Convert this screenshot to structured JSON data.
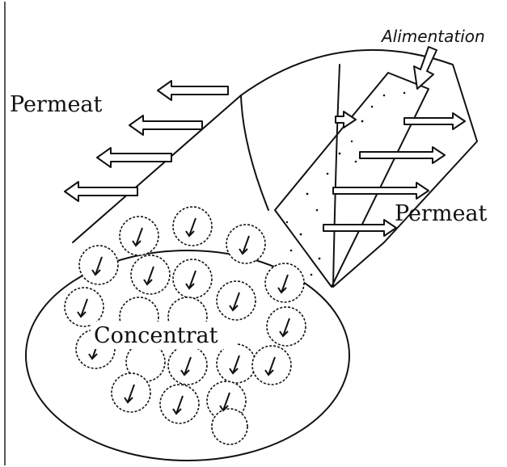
{
  "labels": {
    "feed": "Alimentation",
    "permeate_left": "Permeat",
    "permeate_right": "Permeat",
    "concentrate": "Concentrat"
  }
}
